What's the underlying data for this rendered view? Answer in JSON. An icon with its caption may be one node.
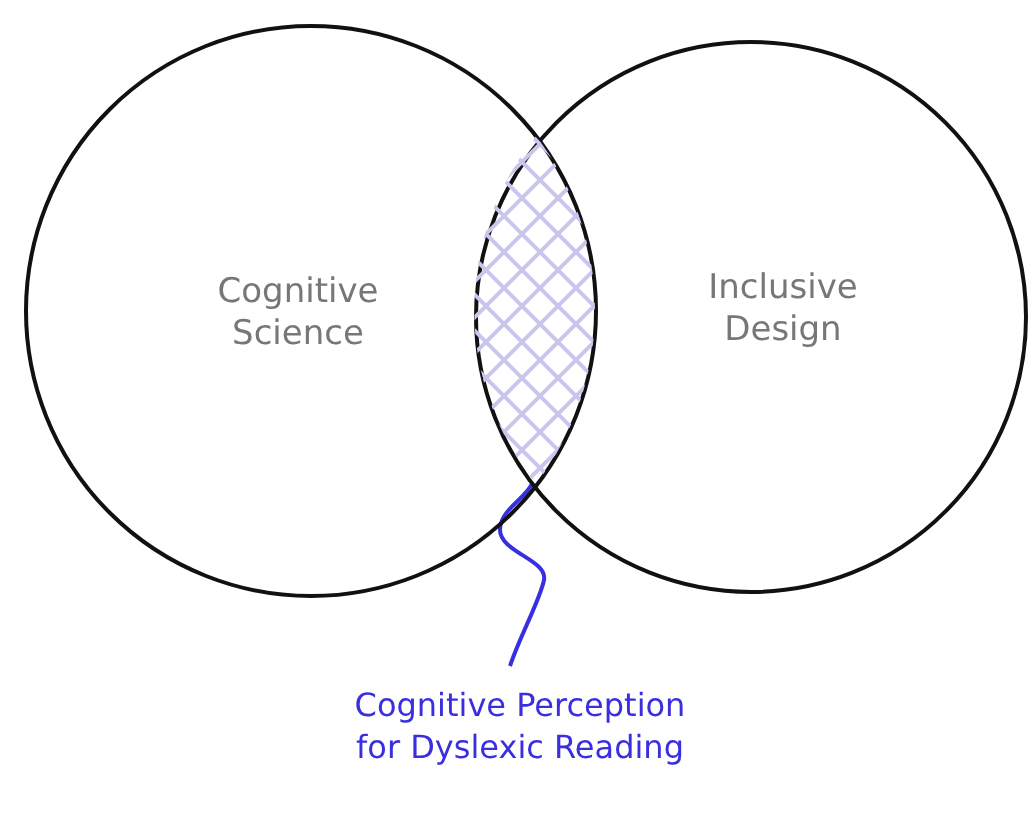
{
  "diagram": {
    "nodes": [
      {
        "text": [
          "Cognitive Science"
        ]
      },
      {
        "text": [
          "Inclusive Design"
        ]
      },
      {
        "text": [],
        "shape": "lens"
      },
      {
        "text": [
          "Cognitive Perception for Dyslexic Reading"
        ]
      }
    ],
    "edges": [
      {
        "from": 3,
        "to": 2,
        "arrow": "none"
      }
    ]
  }
}
